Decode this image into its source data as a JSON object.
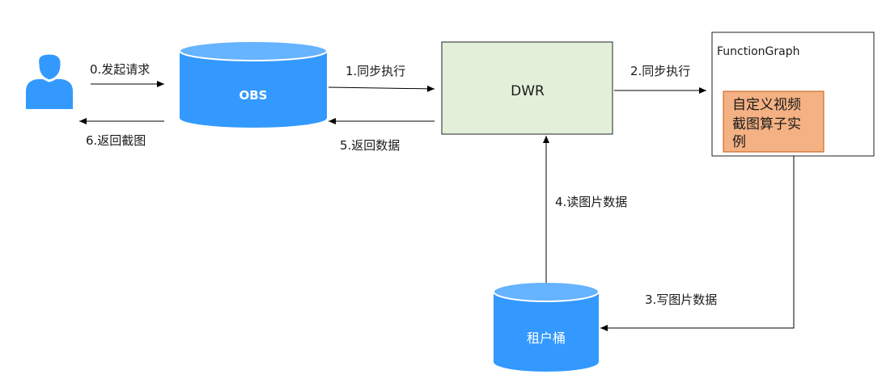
{
  "colors": {
    "blue": "#3399ff",
    "blue_top": "#66b3ff",
    "dwr_fill": "#e2f0d9",
    "operator_fill": "#f4b183",
    "operator_border": "#c55a11"
  },
  "nodes": {
    "user": {
      "icon": "user-icon"
    },
    "obs": {
      "label": "OBS"
    },
    "dwr": {
      "label": "DWR"
    },
    "functiongraph": {
      "label": "FunctionGraph"
    },
    "operator": {
      "lines": [
        "自定义视频",
        "截图算子实",
        "例"
      ]
    },
    "tenant_bucket": {
      "label": "租户桶"
    }
  },
  "edges": {
    "e0": "0.发起请求",
    "e1": "1.同步执行",
    "e2": "2.同步执行",
    "e3": "3.写图片数据",
    "e4": "4.读图片数据",
    "e5": "5.返回数据",
    "e6": "6.返回截图"
  }
}
